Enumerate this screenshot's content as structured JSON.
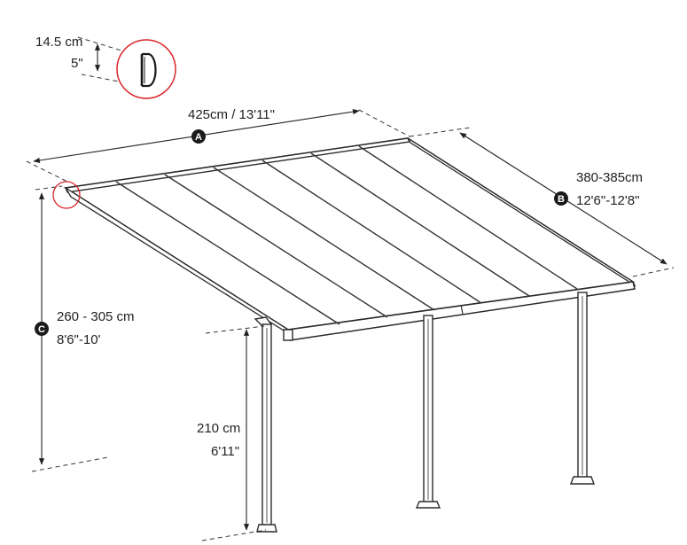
{
  "detail_callout": {
    "height_metric": "14.5 cm",
    "height_imperial": "5\"",
    "icon": "gutter-profile-icon"
  },
  "dimensions": {
    "a": {
      "badge": "A",
      "label": "425cm / 13'11\""
    },
    "b": {
      "badge": "B",
      "label_metric": "380-385cm",
      "label_imperial": "12'6\"-12'8\""
    },
    "c": {
      "badge": "C",
      "label_metric": "260 - 305 cm",
      "label_imperial": "8'6\"-10'"
    },
    "post": {
      "label_metric": "210 cm",
      "label_imperial": "6'11\""
    }
  },
  "colors": {
    "line": "#2a2a2a",
    "badge_fill": "#1a1a1a",
    "highlight_circle": "#d9262c"
  }
}
